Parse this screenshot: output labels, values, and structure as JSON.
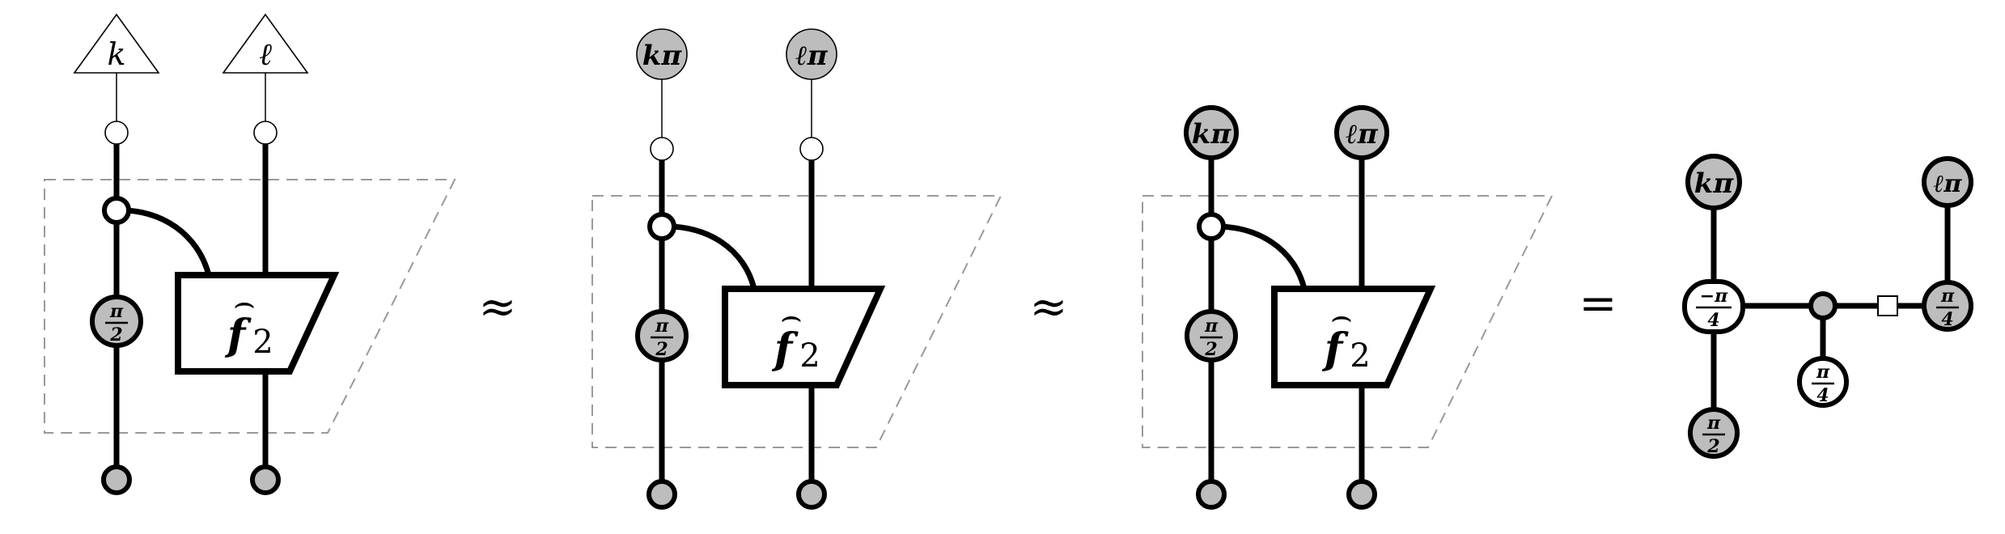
{
  "panel1": {
    "input_k": "k",
    "input_l": "ℓ",
    "phase_left": "π",
    "phase_left_den": "2",
    "box_f": "f",
    "box_sub": "2",
    "box_hat": "⌢"
  },
  "rel1": "≈",
  "panel2": {
    "top_k": "kπ",
    "top_l": "ℓπ",
    "phase_left": "π",
    "phase_left_den": "2",
    "box_f": "f",
    "box_sub": "2",
    "box_hat": "⌢"
  },
  "rel2": "≈",
  "panel3": {
    "top_k": "kπ",
    "top_l": "ℓπ",
    "phase_left": "π",
    "phase_left_den": "2",
    "box_f": "f",
    "box_sub": "2",
    "box_hat": "⌢"
  },
  "rel3": "=",
  "panel4": {
    "top_k": "kπ",
    "top_l": "ℓπ",
    "center_num": "−π",
    "center_den": "4",
    "bottom_num": "π",
    "bottom_den": "2",
    "mid_num": "π",
    "mid_den": "4",
    "right_num": "π",
    "right_den": "4"
  }
}
